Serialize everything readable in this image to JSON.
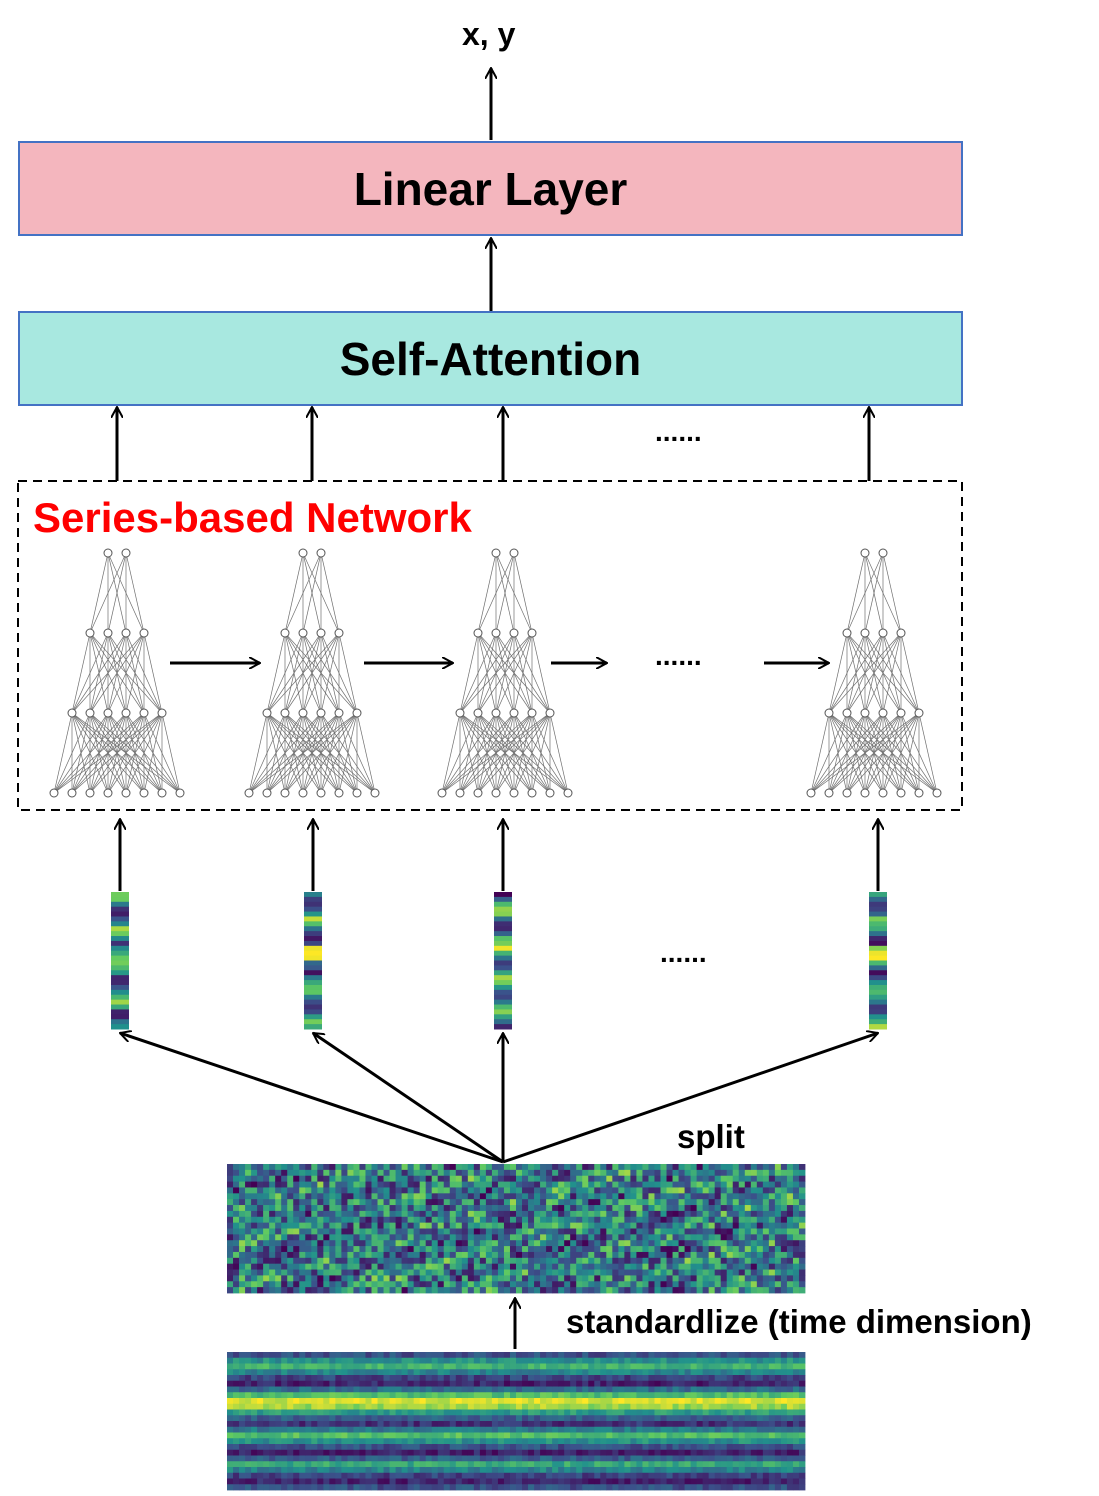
{
  "output_label": "x, y",
  "linear_layer": {
    "label": "Linear Layer",
    "fill": "#f4b6be"
  },
  "self_attention": {
    "label": "Self-Attention",
    "fill": "#a8e8e0"
  },
  "network": {
    "label": "Series-based Network",
    "label_color": "#ff0000"
  },
  "ellipsis_top": "......",
  "ellipsis_mid": "......",
  "ellipsis_slices": "......",
  "split_label": "split",
  "standardize_label": "standardlize (time dimension)",
  "colormap": [
    "#440154",
    "#3b528b",
    "#21918c",
    "#5ec962",
    "#fde725"
  ],
  "arrow_color": "#000000"
}
